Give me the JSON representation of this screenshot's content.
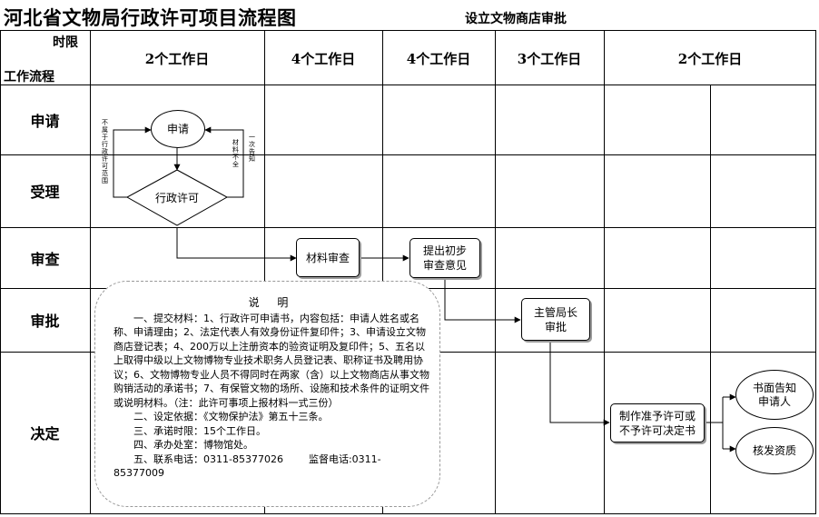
{
  "header": {
    "title": "河北省文物局行政许可项目流程图",
    "subtitle": "设立文物商店审批"
  },
  "table": {
    "corner_top": "时限",
    "corner_bottom": "工作流程",
    "columns": [
      "2个工作日",
      "4个工作日",
      "4个工作日",
      "3个工作日",
      "2个工作日"
    ],
    "rows": [
      "申请",
      "受理",
      "审查",
      "审批",
      "决定"
    ]
  },
  "flow": {
    "apply": "申请",
    "admin_permit": "行政许可",
    "material_review": "材料审查",
    "initial_opinion": "提出初步审查意见",
    "director_approve": "主管局长审批",
    "make_decision": "制作准予许可或不予许可决定书",
    "notify_applicant": "书面告知申请人",
    "issue_qualification": "核发资质",
    "left_side_note": "不属于行政许可范围",
    "right_side_note_a": "材料不全",
    "right_side_note_b": "一次告知"
  },
  "notes": {
    "title": "说 明",
    "item1": "一、提交材料：1、行政许可申请书，内容包括：申请人姓名或名称、申请理由；2、法定代表人有效身份证件复印件；3、申请设立文物商店登记表；4、200万以上注册资本的验资证明及复印件；5、五名以上取得中级以上文物博物专业技术职务人员登记表、职称证书及聘用协议；6、文物博物专业人员不得同时在两家（含）以上文物商店从事文物购销活动的承诺书；7、有保管文物的场所、设施和技术条件的证明文件或说明材料。（注：此许可事项上报材料一式三份）",
    "item2": "二、设定依据：《文物保护法》第五十三条。",
    "item3": "三、承诺时限：15个工作日。",
    "item4": "四、承办处室：博物馆处。",
    "item5": "五、联系电话：0311-85377026",
    "supervise": "监督电话:0311-85377009"
  }
}
